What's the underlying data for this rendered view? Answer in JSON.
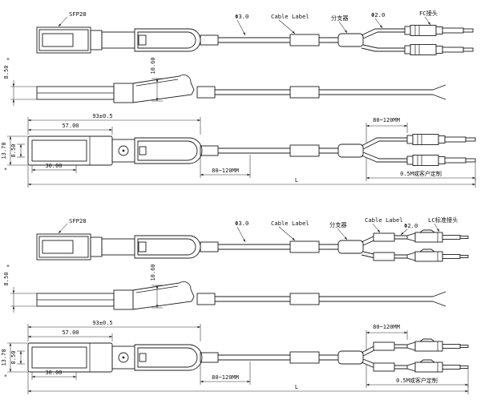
{
  "drawing": {
    "background": "#ffffff",
    "line_color": "#1c1c1c",
    "description": "SFP28 breakout optical cable assembly engineering drawing, two variants (FC and LC connectors), each with top, side and bottom views"
  },
  "groups": [
    {
      "name": "sfp28-to-dual-fc-assembly",
      "callouts": {
        "transceiver": "SFP28",
        "cable_dia": "Φ3.0",
        "cable_label": "Cable Label",
        "splitter": "分支器",
        "branch_dia": "Φ2.0",
        "connector": "FC接头"
      },
      "dims": {
        "height": "8.50",
        "height_star": "*",
        "handle_height": "10.60",
        "overall_len": "93±0.5",
        "body_len": "57.00",
        "width": "13.70",
        "width_star": "*",
        "inner_width": "8.50",
        "inner_len": "30.00",
        "label_dist_a": "80~120MM",
        "label_dist_b": "80~120MM",
        "branch_len": "0.5M或客户定制",
        "total_len": "L"
      }
    },
    {
      "name": "sfp28-to-dual-lc-assembly",
      "callouts": {
        "transceiver": "SFP28",
        "cable_dia": "Φ3.0",
        "cable_label": "Cable Label",
        "splitter": "分支器",
        "branch_label": "Cable Label",
        "branch_dia": "Φ2.0",
        "connector": "LC标准接头"
      },
      "dims": {
        "height": "8.50",
        "height_star": "*",
        "handle_height": "10.60",
        "overall_len": "93±0.5",
        "body_len": "57.00",
        "width": "13.70",
        "width_star": "*",
        "inner_width": "8.50",
        "inner_len": "30.00",
        "label_dist_a": "80~120MM",
        "label_dist_b": "80~120MM",
        "branch_len": "0.5M或客户定制",
        "total_len": "L"
      }
    }
  ]
}
